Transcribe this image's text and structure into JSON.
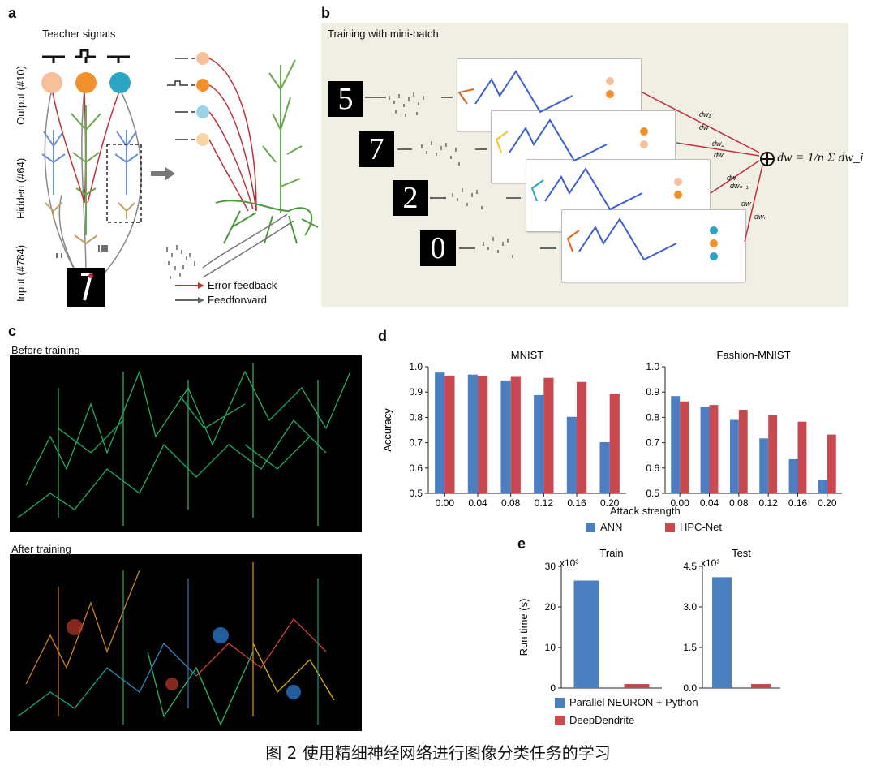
{
  "figure": {
    "caption": "图 2 使用精细神经网络进行图像分类任务的学习"
  },
  "panel_a": {
    "letter": "a",
    "teacher_signals": "Teacher signals",
    "layers": [
      "Output (#10)",
      "Hidden (#64)",
      "Input (#784)"
    ],
    "legend": [
      "Error feedback",
      "Feedforward"
    ],
    "colors": {
      "error": "#c0303a",
      "feed": "#666666",
      "neuron1": "#f7c09a",
      "neuron2": "#f2902b",
      "neuron3": "#2aa5c6",
      "neuron4": "#9bd3e6",
      "neuron5": "#f7d6a6"
    }
  },
  "panel_b": {
    "letter": "b",
    "title": "Training with mini-batch",
    "digits": [
      "5",
      "7",
      "2",
      "0"
    ],
    "equation": "dw = 1/n Σ dw_i",
    "arrow_labels": [
      "dw₁",
      "dw",
      "dw₂",
      "dw",
      "dw",
      "dwₙ₋₁",
      "dw",
      "dwₙ"
    ]
  },
  "panel_c": {
    "letter": "c",
    "before": "Before training",
    "after": "After training"
  },
  "panel_d": {
    "letter": "d",
    "legend": [
      "ANN",
      "HPC-Net"
    ],
    "xlabel": "Attack strength",
    "ylabel": "Accuracy",
    "colors": {
      "ANN": "#4b7fc1",
      "HPC": "#c9494e"
    }
  },
  "panel_e": {
    "letter": "e",
    "ylabel": "Run time (s)",
    "legend": [
      "Parallel NEURON + Python",
      "DeepDendrite"
    ]
  },
  "chart_data": [
    {
      "type": "bar",
      "title": "MNIST",
      "xlabel": "Attack strength",
      "ylabel": "Accuracy",
      "categories": [
        "0.00",
        "0.04",
        "0.08",
        "0.12",
        "0.16",
        "0.20"
      ],
      "ylim": [
        0.5,
        1.0
      ],
      "yticks": [
        "0.5",
        "0.6",
        "0.7",
        "0.8",
        "0.9",
        "1.0"
      ],
      "series": [
        {
          "name": "ANN",
          "values": [
            0.977,
            0.969,
            0.946,
            0.888,
            0.802,
            0.702
          ]
        },
        {
          "name": "HPC-Net",
          "values": [
            0.965,
            0.963,
            0.96,
            0.956,
            0.94,
            0.894
          ]
        }
      ]
    },
    {
      "type": "bar",
      "title": "Fashion-MNIST",
      "xlabel": "Attack strength",
      "ylabel": "",
      "categories": [
        "0.00",
        "0.04",
        "0.08",
        "0.12",
        "0.16",
        "0.20"
      ],
      "ylim": [
        0.5,
        1.0
      ],
      "yticks": [
        "0.5",
        "0.6",
        "0.7",
        "0.8",
        "0.9",
        "1.0"
      ],
      "series": [
        {
          "name": "ANN",
          "values": [
            0.884,
            0.843,
            0.79,
            0.717,
            0.635,
            0.553
          ]
        },
        {
          "name": "HPC-Net",
          "values": [
            0.863,
            0.849,
            0.83,
            0.809,
            0.783,
            0.732
          ]
        }
      ]
    },
    {
      "type": "bar",
      "title": "Train",
      "ylabel": "Run time (s)",
      "multiplier": "x10³",
      "categories": [
        "Parallel NEURON + Python",
        "DeepDendrite"
      ],
      "ylim": [
        0,
        30
      ],
      "yticks": [
        "0",
        "10",
        "20",
        "30"
      ],
      "values": [
        26.5,
        1.0
      ]
    },
    {
      "type": "bar",
      "title": "Test",
      "ylabel": "",
      "multiplier": "x10³",
      "categories": [
        "Parallel NEURON + Python",
        "DeepDendrite"
      ],
      "ylim": [
        0,
        4.5
      ],
      "yticks": [
        "0.0",
        "1.5",
        "3.0",
        "4.5"
      ],
      "values": [
        4.1,
        0.15
      ]
    }
  ]
}
